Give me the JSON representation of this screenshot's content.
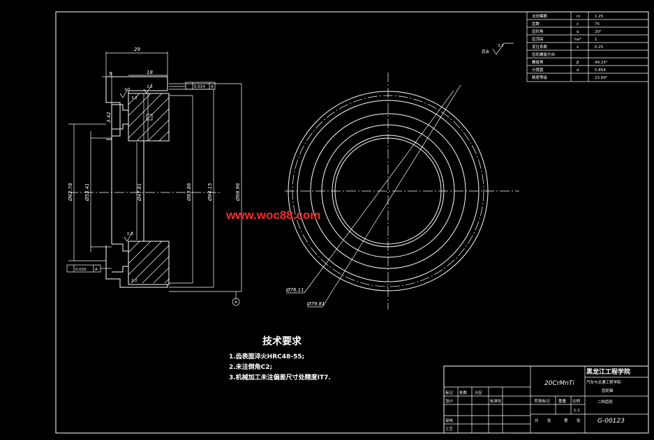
{
  "params_table": {
    "rows": [
      {
        "name": "法向模数",
        "sym": "m",
        "val": "1.25"
      },
      {
        "name": "齿数",
        "sym": "z",
        "val": "75"
      },
      {
        "name": "齿形角",
        "sym": "α",
        "val": "20°"
      },
      {
        "name": "齿顶高",
        "sym": "ha*",
        "val": "1"
      },
      {
        "name": "变位系数",
        "sym": "x",
        "val": "0.25"
      },
      {
        "name": "齿轮螺旋方向",
        "sym": "",
        "val": ""
      },
      {
        "name": "螺旋角",
        "sym": "β",
        "val": "49.23°"
      },
      {
        "name": "分度圆",
        "sym": "d",
        "val": "5.854"
      },
      {
        "name": "精度等级",
        "sym": "",
        "val": "23.69°"
      }
    ]
  },
  "dimensions": {
    "overall_width": "29",
    "hub_width": "18",
    "groove_width": "5",
    "chamfer_top": "3.2",
    "chamfer_bottom": "3.2",
    "ra_top": "3.2",
    "ra_hub": "0.8",
    "dia_left": "Ø62.78",
    "dia_2": "Ø53.41",
    "dia_bore": "Ø47.81",
    "dia_3": "Ø83.86",
    "dia_4": "Ø94.15",
    "dia_outer": "Ø98.96",
    "small_dim": "3.42",
    "circ_dia_small": "Ø76.11",
    "circ_dia_large": "Ø79.81",
    "tolerance_top": "0.014",
    "tolerance_top_ref": "A",
    "tolerance_bottom": "0.025",
    "tolerance_bottom_ref": "A",
    "datum_label": "A",
    "other_label": "其余",
    "other_ra": "3.2"
  },
  "watermark": "www.woc88.com",
  "tech_requirements": {
    "title": "技术要求",
    "items": [
      "1.齿表面淬火HRC48-55;",
      "2.未注倒角C2;",
      "3.机械加工未注偏差尺寸处精度IT7."
    ]
  },
  "title_block": {
    "material": "20CrMnTi",
    "school": "黑龙江工程学院",
    "department": "汽车与交通工程学院",
    "part_name": "齿轮轴",
    "part_name2": "二档齿轮",
    "drawing_no": "G-00123",
    "scale": "1:1",
    "labels": {
      "mark": "标记",
      "count": "处数",
      "zone": "分区",
      "design": "设计",
      "standard": "标准化",
      "review": "审核",
      "craft": "工艺",
      "stage_mark": "阶段标记",
      "weight": "重量",
      "ratio": "比例",
      "total": "共",
      "sheet": "张",
      "page": "第",
      "sheet2": "张"
    }
  },
  "colors": {
    "background": "#000000",
    "line": "#ffffff",
    "watermark": "#ff2a2a"
  }
}
